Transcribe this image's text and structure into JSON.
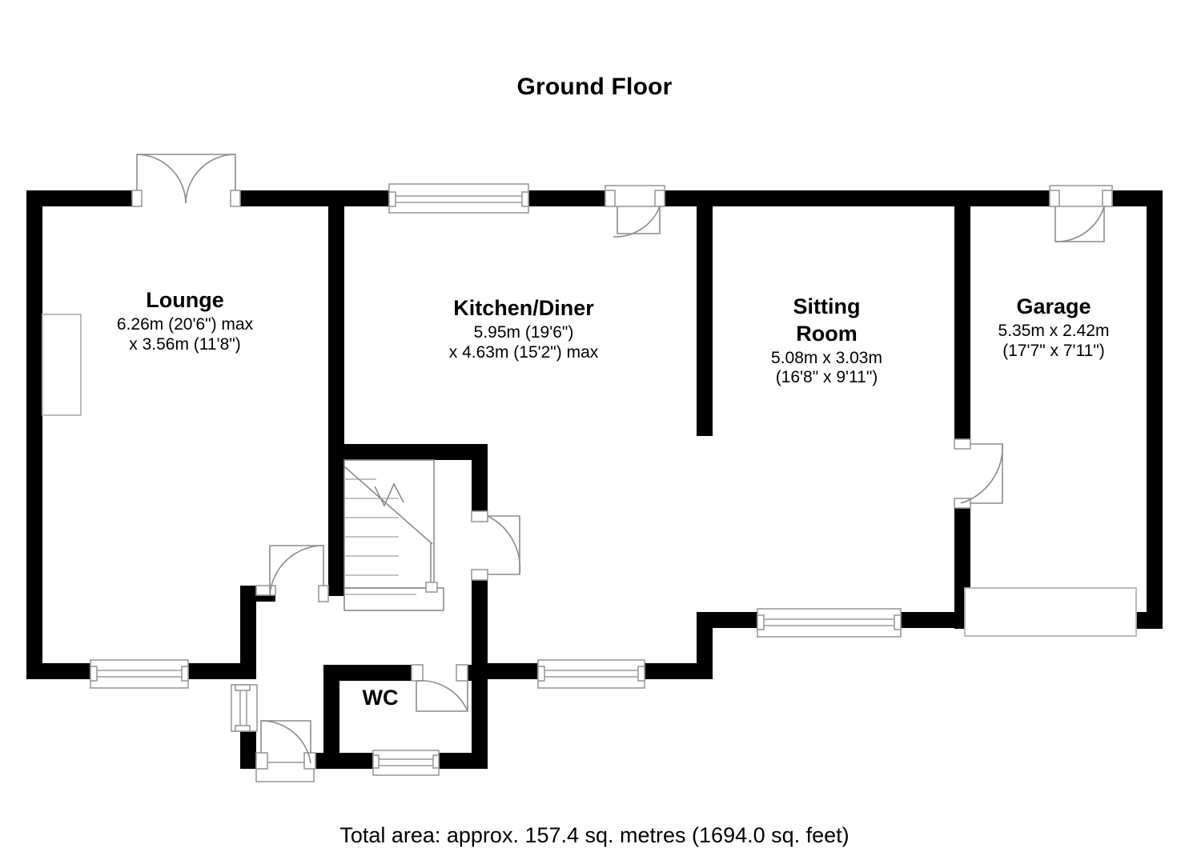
{
  "title": "Ground Floor",
  "footer": "Total area: approx. 157.4 sq. metres (1694.0 sq. feet)",
  "rooms": [
    {
      "key": "lounge",
      "name": "Lounge",
      "dim_line_1": "6.26m (20'6\") max",
      "dim_line_2": "x 3.56m (11'8\")",
      "dim_line_3": ""
    },
    {
      "key": "kitchen_diner",
      "name": "Kitchen/Diner",
      "dim_line_1": "5.95m (19'6\")",
      "dim_line_2": "x 4.63m (15'2\") max",
      "dim_line_3": ""
    },
    {
      "key": "sitting_room",
      "name": "Sitting",
      "name_line_2": "Room",
      "dim_line_1": "5.08m x 3.03m",
      "dim_line_2": "(16'8\" x 9'11\")",
      "dim_line_3": ""
    },
    {
      "key": "garage",
      "name": "Garage",
      "dim_line_1": "5.35m x 2.42m",
      "dim_line_2": "(17'7\" x 7'11\")",
      "dim_line_3": ""
    },
    {
      "key": "wc",
      "name": "WC",
      "dim_line_1": "",
      "dim_line_2": "",
      "dim_line_3": ""
    }
  ],
  "colors": {
    "wall": "#000000",
    "background": "#ffffff",
    "thin_line": "#9a9a9a",
    "text": "#000000"
  },
  "features": {
    "lounge_french_doors": "double-door",
    "kitchen_top_window": "window",
    "kitchen_top_door": "door",
    "garage_top_door": "door",
    "lounge_left_recess": "bay-recess",
    "lounge_bottom_window": "window",
    "kitchen_bottom_window": "window",
    "sitting_bottom_window": "window",
    "garage_vehicle_door": "garage-door",
    "sitting_garage_door": "door",
    "hall_stairs": "staircase",
    "hall_left_door": "door",
    "hall_right_door": "door",
    "wc_door": "door",
    "wc_bottom_window": "window",
    "hall_left_window": "window",
    "entrance_door": "door"
  }
}
